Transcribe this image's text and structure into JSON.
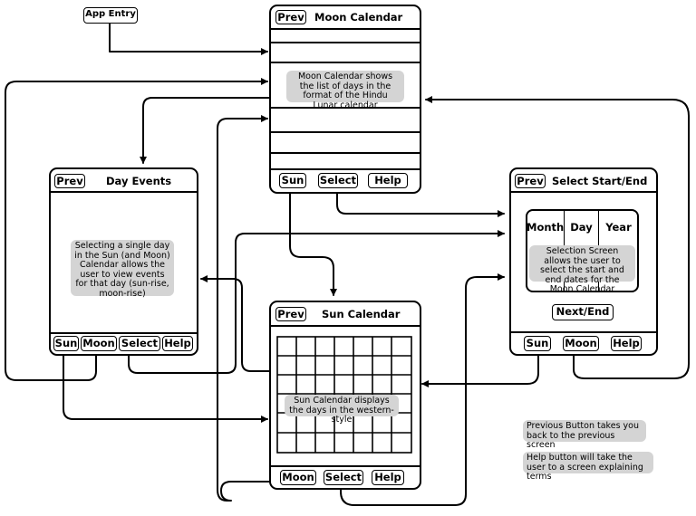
{
  "entry": {
    "label": "App Entry"
  },
  "moon_calendar": {
    "title": "Moon Calendar",
    "prev": "Prev",
    "note": "Moon Calendar shows the list of days in the format of the Hindu Lunar calendar",
    "buttons": [
      "Sun",
      "Select",
      "Help"
    ]
  },
  "day_events": {
    "title": "Day Events",
    "prev": "Prev",
    "note": "Selecting a single day in the Sun (and Moon) Calendar allows the user to view events for that day (sun-rise, moon-rise)",
    "buttons": [
      "Sun",
      "Moon",
      "Select",
      "Help"
    ]
  },
  "select_start_end": {
    "title": "Select Start/End",
    "prev": "Prev",
    "columns": [
      "Month",
      "Day",
      "Year"
    ],
    "note": "Selection Screen allows the user to select the start and end dates for the Moon Calendar",
    "next_end": "Next/End",
    "buttons": [
      "Sun",
      "Moon",
      "Help"
    ]
  },
  "sun_calendar": {
    "title": "Sun Calendar",
    "prev": "Prev",
    "note": "Sun Calendar displays the days in the western-style",
    "buttons": [
      "Moon",
      "Select",
      "Help"
    ]
  },
  "legend": {
    "prev_note": "Previous Button takes you back to the previous screen",
    "help_note": "Help button will take the user to a screen explaining terms"
  }
}
